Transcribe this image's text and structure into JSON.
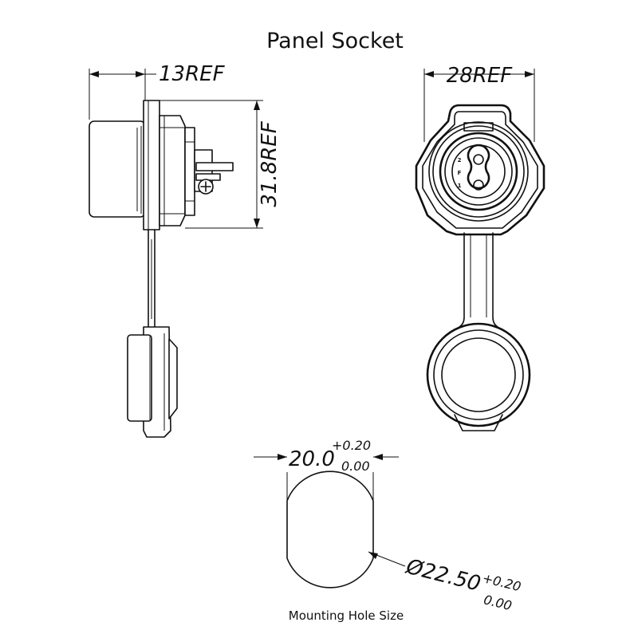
{
  "title": "Panel Socket",
  "caption": "Mounting Hole Size",
  "dimensions": {
    "side_width": "13REF",
    "side_height": "31.8REF",
    "front_width": "28REF",
    "hole_flat": "20.0",
    "hole_flat_tol_upper": "+0.20",
    "hole_flat_tol_lower": "0.00",
    "hole_diameter": "Ø22.50",
    "hole_diameter_tol_upper": "+0.20",
    "hole_diameter_tol_lower": "0.00"
  },
  "pin_labels": {
    "top": "2",
    "mid": "F",
    "bottom": "1"
  }
}
